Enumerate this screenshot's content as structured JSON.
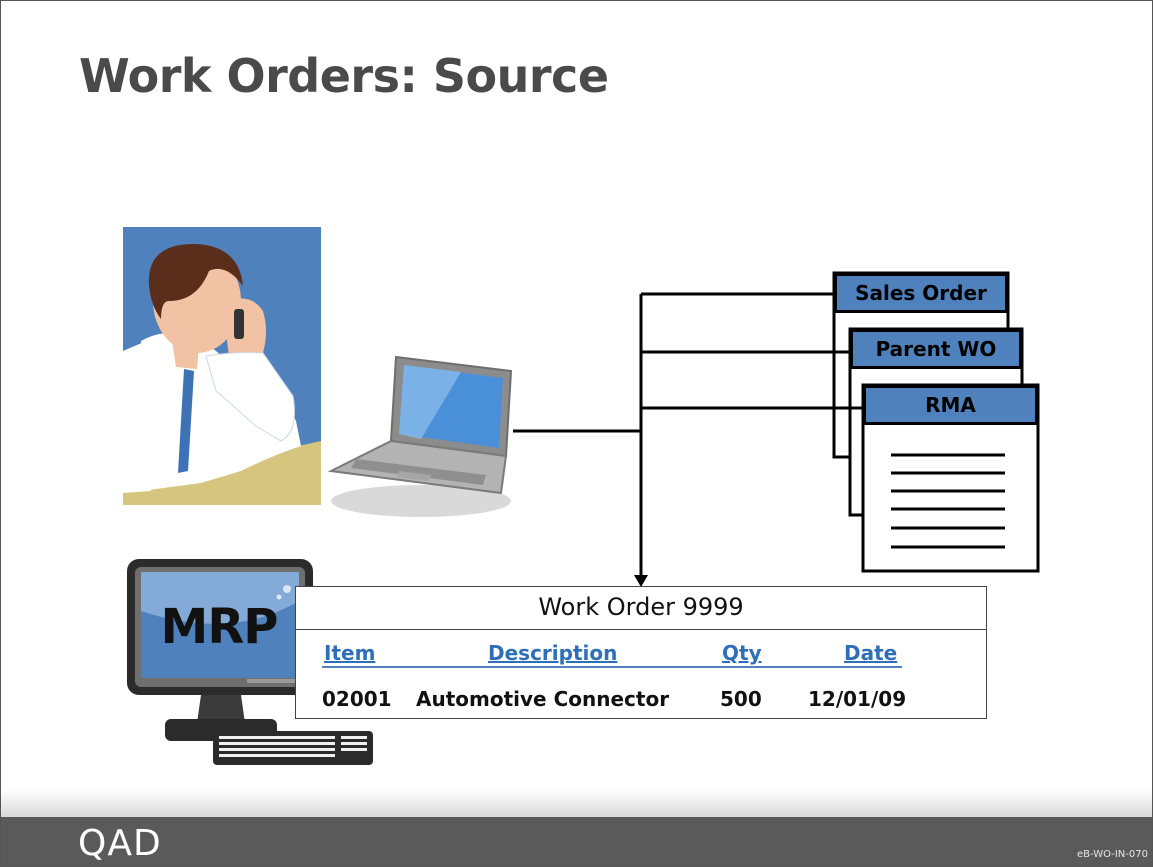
{
  "title": "Work Orders: Source",
  "sources": {
    "sales_order": "Sales Order",
    "parent_wo": "Parent WO",
    "rma": "RMA"
  },
  "mrp_label": "MRP",
  "work_order": {
    "title": "Work Order 9999",
    "headers": {
      "item": "Item",
      "description": "Description",
      "qty": "Qty",
      "date": "Date"
    },
    "row": {
      "item": "02001",
      "description": "Automotive Connector",
      "qty": "500",
      "date": "12/01/09"
    }
  },
  "footer": {
    "brand": "QAD",
    "code": "eB-WO-IN-070"
  },
  "colors": {
    "accent_blue": "#4f81bd",
    "header_text_blue": "#2e6fb7",
    "footer_gray": "#5a5a5a",
    "title_gray": "#4a4a4a"
  },
  "icons": [
    "person-on-phone-illustration",
    "laptop-icon",
    "mrp-monitor-icon",
    "keyboard-icon",
    "qad-logo-icon"
  ]
}
